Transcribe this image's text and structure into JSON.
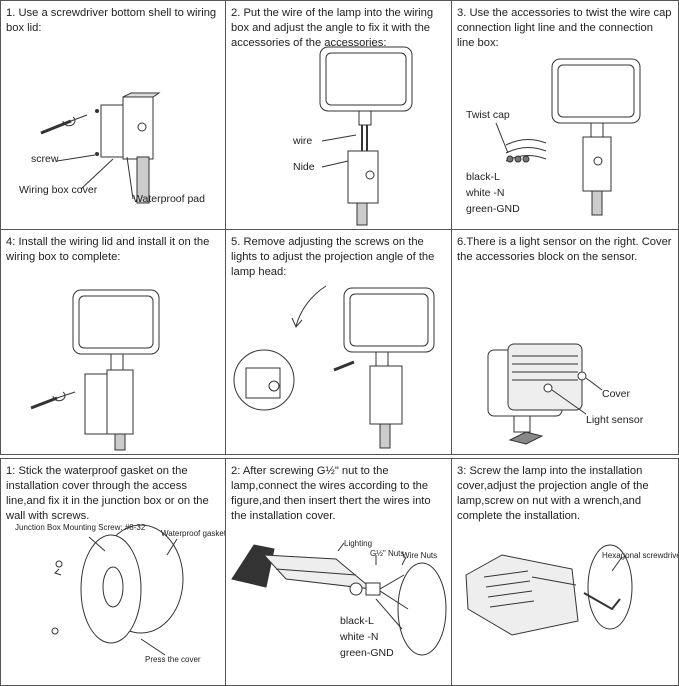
{
  "panels": [
    {
      "caption": "1. Use a screwdriver bottom shell to wiring box lid:",
      "labels": [
        "screw",
        "Wiring box cover",
        "Waterproof pad"
      ]
    },
    {
      "caption": "2. Put the wire of the lamp into the wiring box and adjust the angle to fix it with the accessories of the accessories:",
      "labels": [
        "wire",
        "Nide"
      ]
    },
    {
      "caption": "3. Use the accessories to twist the wire cap connection light line and the connection line box:",
      "labels": [
        "Twist cap",
        "black-L",
        "white -N",
        "green-GND"
      ]
    },
    {
      "caption": "4: Install the wiring lid and install it on the wiring box to complete:",
      "labels": []
    },
    {
      "caption": "5. Remove adjusting the screws on the lights to adjust the projection angle of the lamp head:",
      "labels": []
    },
    {
      "caption": "6.There is a light sensor on the right. Cover the accessories block on the sensor.",
      "labels": [
        "Cover",
        "Light sensor"
      ]
    },
    {
      "caption": "1: Stick the waterproof gasket on the installation cover through the access line,and fix it in the junction box or on the wall with screws.",
      "labels": [
        "Junction Box Mounting Screw: #8-32",
        "Waterproof gasket",
        "Press the cover"
      ]
    },
    {
      "caption": "2: After screwing G½\" nut to the lamp,connect the wires according to the figure,and then insert thert the wires into the installation cover.",
      "labels": [
        "Lighting",
        "G½\" Nuts",
        "Wire Nuts",
        "black-L",
        "white -N",
        "green-GND"
      ]
    },
    {
      "caption": "3: Screw the lamp into the installation  cover,adjust the projection angle of the lamp,screw on nut with a wrench,and complete the installation.",
      "labels": [
        "Hexagonal screwdriver"
      ]
    }
  ]
}
